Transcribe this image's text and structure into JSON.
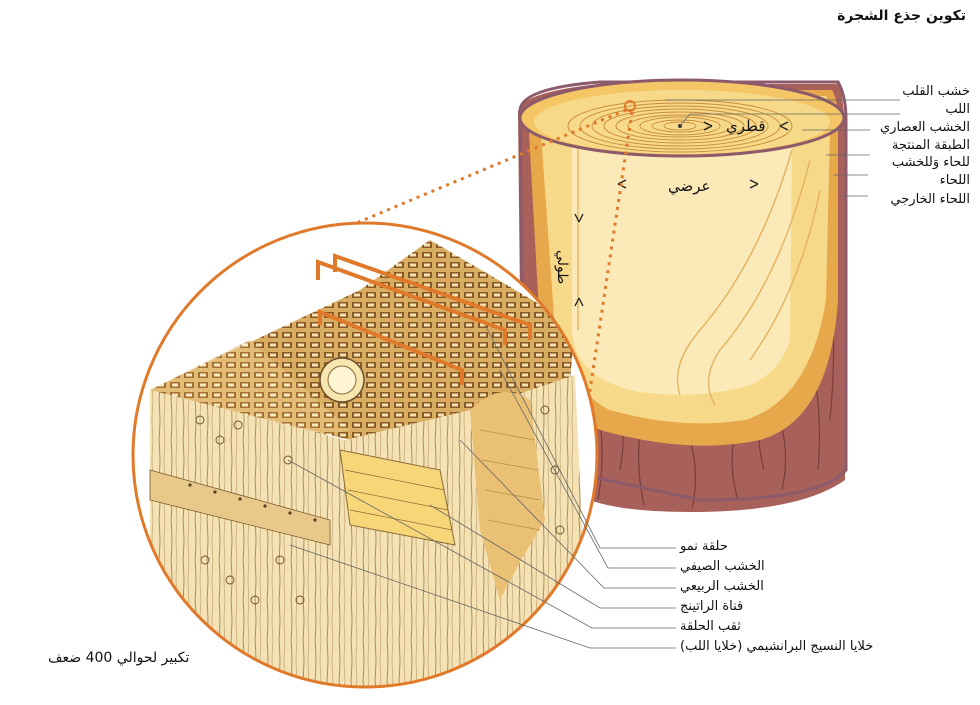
{
  "title": "تكوين جذع الشجرة",
  "magnification_note": "تكبير لحوالي 400 ضعف",
  "trunk_labels": [
    "خشب القلب",
    "اللب",
    "الخشب العصاري",
    "الطبقة المنتجة",
    "للحاء وَللخشب",
    "اللحاء",
    "اللحاء الخارجي"
  ],
  "axis_labels": {
    "radial": "قطري",
    "tangential": "عرضي",
    "longitudinal": "طولي"
  },
  "micro_labels": [
    "حلقة نمو",
    "الخشب الصيفي",
    "الخشب الربيعي",
    "قناة الراتينج",
    "ثقب الحلقة",
    "خلايا النسيج البرانشيمي (خلايا اللب)"
  ],
  "colors": {
    "bark": "#a8605a",
    "bark_dark": "#7a3f3a",
    "sapwood": "#f7d98a",
    "heartwood": "#fbe9b8",
    "outer_ring": "#e6a84a",
    "accent_orange": "#e07a2a",
    "cell_dark": "#c79a52",
    "cell_light": "#f3dba3"
  }
}
